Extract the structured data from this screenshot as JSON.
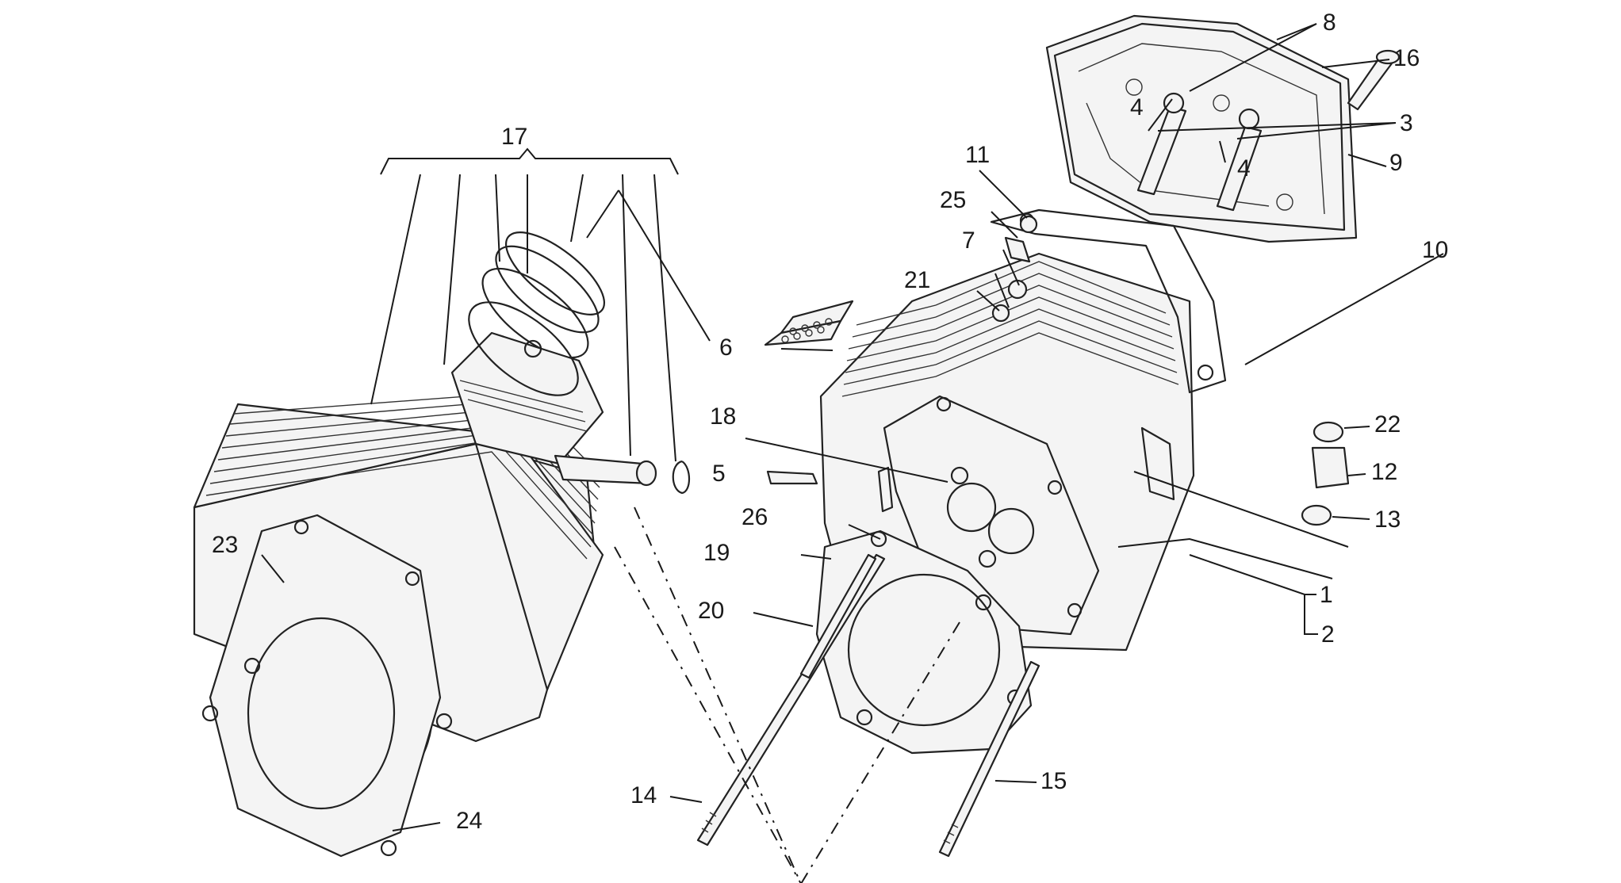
{
  "diagram": {
    "labels": [
      {
        "id": "l1",
        "text": "1"
      },
      {
        "id": "l2",
        "text": "2"
      },
      {
        "id": "l3",
        "text": "3"
      },
      {
        "id": "l4a",
        "text": "4"
      },
      {
        "id": "l4b",
        "text": "4"
      },
      {
        "id": "l5",
        "text": "5"
      },
      {
        "id": "l6",
        "text": "6"
      },
      {
        "id": "l7",
        "text": "7"
      },
      {
        "id": "l8",
        "text": "8"
      },
      {
        "id": "l9",
        "text": "9"
      },
      {
        "id": "l10",
        "text": "10"
      },
      {
        "id": "l11",
        "text": "11"
      },
      {
        "id": "l12",
        "text": "12"
      },
      {
        "id": "l13",
        "text": "13"
      },
      {
        "id": "l14",
        "text": "14"
      },
      {
        "id": "l15",
        "text": "15"
      },
      {
        "id": "l16",
        "text": "16"
      },
      {
        "id": "l17",
        "text": "17"
      },
      {
        "id": "l18",
        "text": "18"
      },
      {
        "id": "l19",
        "text": "19"
      },
      {
        "id": "l20",
        "text": "20"
      },
      {
        "id": "l21",
        "text": "21"
      },
      {
        "id": "l22",
        "text": "22"
      },
      {
        "id": "l23",
        "text": "23"
      },
      {
        "id": "l24",
        "text": "24"
      },
      {
        "id": "l25",
        "text": "25"
      },
      {
        "id": "l26",
        "text": "26"
      }
    ]
  }
}
